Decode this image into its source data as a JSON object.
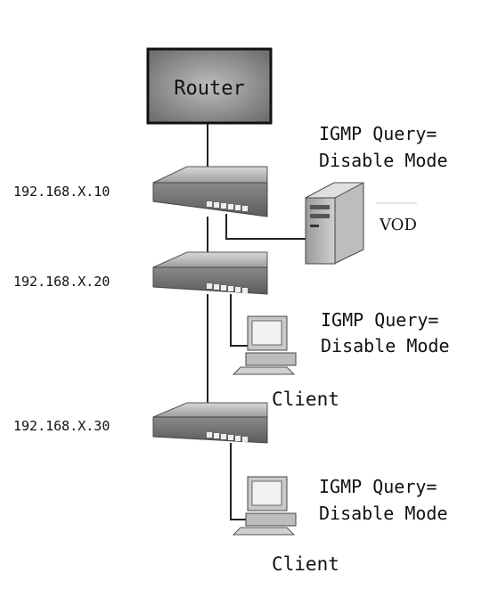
{
  "router": {
    "label": "Router"
  },
  "switches": [
    {
      "ip": "192.168.X.10"
    },
    {
      "ip": "192.168.X.20"
    },
    {
      "ip": "192.168.X.30"
    }
  ],
  "notes": [
    {
      "line1": "IGMP Query=",
      "line2": "Disable Mode"
    },
    {
      "line1": "IGMP Query=",
      "line2": "Disable Mode"
    },
    {
      "line1": "IGMP Query=",
      "line2": "Disable Mode"
    }
  ],
  "devices": {
    "server_label": "VOD",
    "client1_label": "Client",
    "client2_label": "Client"
  },
  "colors": {
    "router_fill": "#8c8c8c",
    "switch_body": "#9a9a9a",
    "switch_top": "#c8c8c8",
    "wire": "#222222"
  },
  "icons": [
    "router-box",
    "network-switch-icon",
    "server-tower-icon",
    "desktop-computer-icon"
  ]
}
